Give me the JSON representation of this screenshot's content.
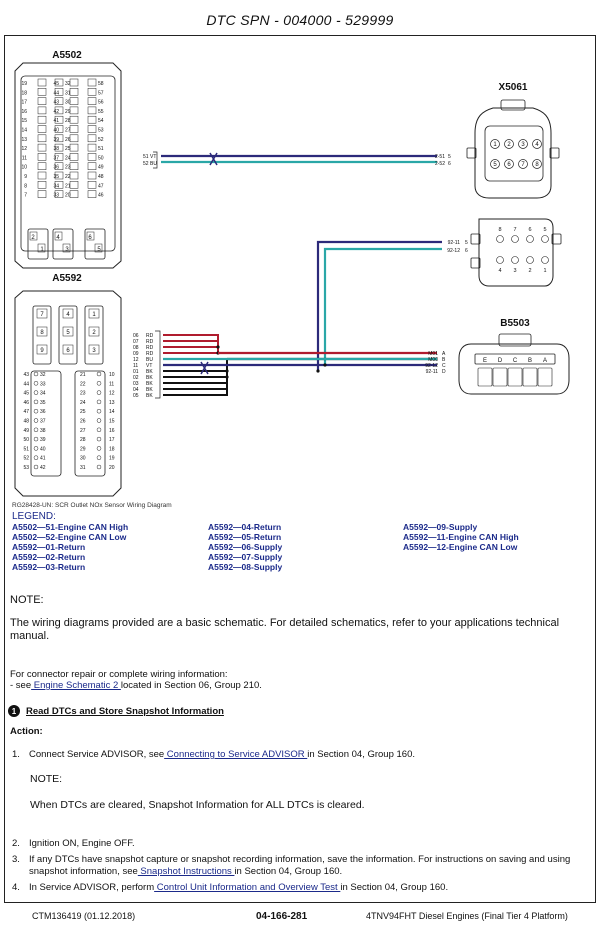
{
  "header": {
    "title": "DTC SPN - 004000 - 529999"
  },
  "diagram": {
    "connectors": {
      "a5502": "A5502",
      "a5592": "A5592",
      "x5061": "X5061",
      "b5503": "B5503"
    },
    "a5502_pins": [
      [
        "19",
        "32",
        "45",
        "58"
      ],
      [
        "18",
        "31",
        "44",
        "57"
      ],
      [
        "17",
        "30",
        "43",
        "56"
      ],
      [
        "16",
        "29",
        "42",
        "55"
      ],
      [
        "15",
        "28",
        "41",
        "54"
      ],
      [
        "14",
        "27",
        "40",
        "53"
      ],
      [
        "13",
        "26",
        "39",
        "52"
      ],
      [
        "12",
        "25",
        "38",
        "51"
      ],
      [
        "11",
        "24",
        "37",
        "50"
      ],
      [
        "10",
        "23",
        "36",
        "49"
      ],
      [
        "9",
        "22",
        "35",
        "48"
      ],
      [
        "8",
        "21",
        "34",
        "47"
      ],
      [
        "7",
        "20",
        "33",
        "46"
      ]
    ],
    "a5502_lower_pins": [
      "2",
      "1",
      "4",
      "3",
      "6",
      "5"
    ],
    "a5502_wires": [
      {
        "pin": "51",
        "color": "VT"
      },
      {
        "pin": "52",
        "color": "BU"
      }
    ],
    "x5061_wire_labels": [
      {
        "label": "2-51",
        "pin": "5"
      },
      {
        "label": "2-52",
        "pin": "6"
      }
    ],
    "x5061_pins_top": [
      "1",
      "2",
      "3",
      "4"
    ],
    "x5061_pins_bottom": [
      "5",
      "6",
      "7",
      "8"
    ],
    "mid_connector_pins_top": [
      "8",
      "7",
      "6",
      "5"
    ],
    "mid_connector_pins_bottom": [
      "4",
      "3",
      "2",
      "1"
    ],
    "mid_wire_labels": [
      {
        "label": "92-11",
        "pin": "5"
      },
      {
        "label": "92-12",
        "pin": "6"
      }
    ],
    "a5592_top_pins": [
      "7",
      "4",
      "1",
      "8",
      "5",
      "2",
      "9",
      "6",
      "3"
    ],
    "a5592_left_pins": [
      [
        "43",
        "32"
      ],
      [
        "44",
        "33"
      ],
      [
        "45",
        "34"
      ],
      [
        "46",
        "35"
      ],
      [
        "47",
        "36"
      ],
      [
        "48",
        "37"
      ],
      [
        "49",
        "38"
      ],
      [
        "50",
        "39"
      ],
      [
        "51",
        "40"
      ],
      [
        "52",
        "41"
      ],
      [
        "53",
        "42"
      ]
    ],
    "a5592_right_pins": [
      [
        "21",
        "10"
      ],
      [
        "22",
        "11"
      ],
      [
        "23",
        "12"
      ],
      [
        "24",
        "13"
      ],
      [
        "25",
        "14"
      ],
      [
        "26",
        "15"
      ],
      [
        "27",
        "16"
      ],
      [
        "28",
        "17"
      ],
      [
        "29",
        "18"
      ],
      [
        "30",
        "19"
      ],
      [
        "31",
        "20"
      ]
    ],
    "a5592_wires": [
      {
        "pin": "06",
        "color": "RD"
      },
      {
        "pin": "07",
        "color": "RD"
      },
      {
        "pin": "08",
        "color": "RD"
      },
      {
        "pin": "09",
        "color": "RD"
      },
      {
        "pin": "12",
        "color": "BU"
      },
      {
        "pin": "11",
        "color": "VT"
      },
      {
        "pin": "01",
        "color": "BK"
      },
      {
        "pin": "02",
        "color": "BK"
      },
      {
        "pin": "03",
        "color": "BK"
      },
      {
        "pin": "04",
        "color": "BK"
      },
      {
        "pin": "05",
        "color": "BK"
      }
    ],
    "b5503_wire_labels": [
      {
        "label": "M01",
        "pin": "A"
      },
      {
        "label": "M00",
        "pin": "B"
      },
      {
        "label": "92-12",
        "pin": "C"
      },
      {
        "label": "92-11",
        "pin": "D"
      }
    ],
    "b5503_pins": [
      "E",
      "D",
      "C",
      "B",
      "A"
    ],
    "wire_colors": {
      "red": "#b01c2e",
      "blue": "#1f46b8",
      "violet": "#2c2a7a",
      "black": "#111111",
      "teal": "#2aa7a7"
    }
  },
  "caption": "RG28428-UN: SCR Outlet NOx Sensor Wiring Diagram",
  "legend": {
    "heading": "LEGEND:",
    "col1": [
      "A5502—51-Engine CAN High",
      "A5502—52-Engine CAN Low",
      "A5592—01-Return",
      "A5592—02-Return",
      "A5592—03-Return"
    ],
    "col2": [
      "A5592—04-Return",
      "A5592—05-Return",
      "A5592—06-Supply",
      "A5592—07-Supply",
      "A5592—08-Supply"
    ],
    "col3": [
      "A5592—09-Supply",
      "A5592—11-Engine CAN High",
      "A5592—12-Engine CAN Low"
    ]
  },
  "note": {
    "heading": "NOTE:",
    "text": "The wiring diagrams provided are a basic schematic. For detailed schematics, refer to your applications technical manual."
  },
  "repair": {
    "line1": "For connector repair or complete wiring information:",
    "prefix": "- see",
    "link": " Engine Schematic 2 ",
    "suffix": "located in Section 06, Group 210."
  },
  "step": {
    "number": "1",
    "title": "Read DTCs and Store Snapshot Information",
    "action_label": "Action:"
  },
  "items": [
    {
      "n": "1.",
      "pre": "Connect Service ADVISOR, see",
      "link": " Connecting to Service ADVISOR ",
      "post": "in Section 04, Group 160."
    },
    {
      "n": "2.",
      "pre": "Ignition ON, Engine OFF.",
      "link": "",
      "post": ""
    },
    {
      "n": "3.",
      "pre": "If any DTCs have snapshot capture or snapshot recording information, save the information. For instructions on saving and using snapshot information, see",
      "link": " Snapshot Instructions ",
      "post": "in Section 04, Group 160."
    },
    {
      "n": "4.",
      "pre": "In Service ADVISOR, perform",
      "link": " Control Unit Information and Overview Test ",
      "post": "in Section 04, Group 160."
    }
  ],
  "sub_note": {
    "heading": "NOTE:",
    "text": "When DTCs are cleared, Snapshot Information for ALL DTCs is cleared."
  },
  "footer": {
    "left": "CTM136419 (01.12.2018)",
    "center": "04-166-281",
    "right": "4TNV94FHT Diesel Engines (Final Tier 4 Platform)"
  }
}
